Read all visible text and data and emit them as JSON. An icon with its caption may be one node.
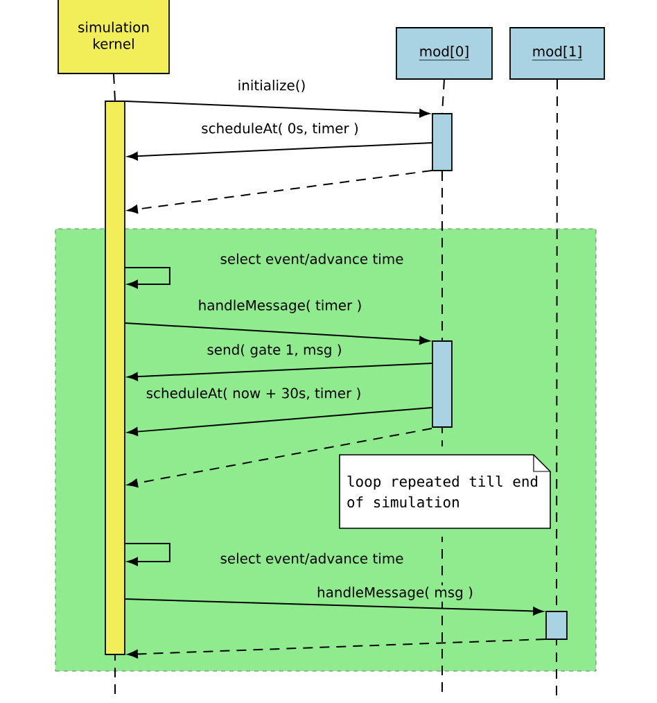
{
  "diagram": {
    "nodes": [
      {
        "text": [
          "simulation kernel"
        ]
      },
      {
        "text": [
          "mod[0]"
        ]
      },
      {
        "text": [
          "mod[1]"
        ]
      },
      {
        "text": [],
        "shape": "box"
      },
      {
        "text": [],
        "shape": "bar"
      },
      {
        "text": [],
        "shape": "bar"
      },
      {
        "text": [],
        "shape": "bar",
        "in": 3
      },
      {
        "text": [],
        "shape": "bar",
        "in": 3
      },
      {
        "text": [
          "loop repeated till end of simulation"
        ],
        "in": 3
      }
    ],
    "edges": [
      {
        "from": 0,
        "to": 4,
        "arrow": "none",
        "style": "dashed"
      },
      {
        "from": 1,
        "to": 5,
        "arrow": "none",
        "style": "dashed"
      },
      {
        "from": 5,
        "to": 6,
        "arrow": "none",
        "style": "dashed"
      },
      {
        "from": 2,
        "to": 7,
        "arrow": "none",
        "style": "dashed"
      },
      {
        "from": 4,
        "to": 5,
        "arrow": "to",
        "label": "initialize()"
      },
      {
        "from": 5,
        "to": 4,
        "arrow": "to",
        "label": "scheduleAt( 0s, timer )"
      },
      {
        "from": 5,
        "to": 4,
        "arrow": "to",
        "style": "dashed"
      },
      {
        "from": 4,
        "to": 4,
        "arrow": "to",
        "label": "select event/advance time"
      },
      {
        "from": 4,
        "to": 6,
        "arrow": "to",
        "label": "handleMessage( timer )"
      },
      {
        "from": 6,
        "to": 4,
        "arrow": "to",
        "label": "send( gate 1, msg )"
      },
      {
        "from": 6,
        "to": 4,
        "arrow": "to",
        "label": "scheduleAt( now + 30s, timer )"
      },
      {
        "from": 6,
        "to": 4,
        "arrow": "to",
        "style": "dashed"
      },
      {
        "from": 4,
        "to": 4,
        "arrow": "to",
        "label": "select event/advance time"
      },
      {
        "from": 4,
        "to": 7,
        "arrow": "to",
        "label": "handleMessage( msg )"
      },
      {
        "from": 7,
        "to": 4,
        "arrow": "to",
        "style": "dashed"
      },
      {
        "from": 4,
        "to": null,
        "arrow": "none",
        "style": "dashed"
      },
      {
        "from": 6,
        "to": null,
        "arrow": "none",
        "style": "dashed"
      },
      {
        "from": 7,
        "to": null,
        "arrow": "none",
        "style": "dashed"
      }
    ]
  }
}
